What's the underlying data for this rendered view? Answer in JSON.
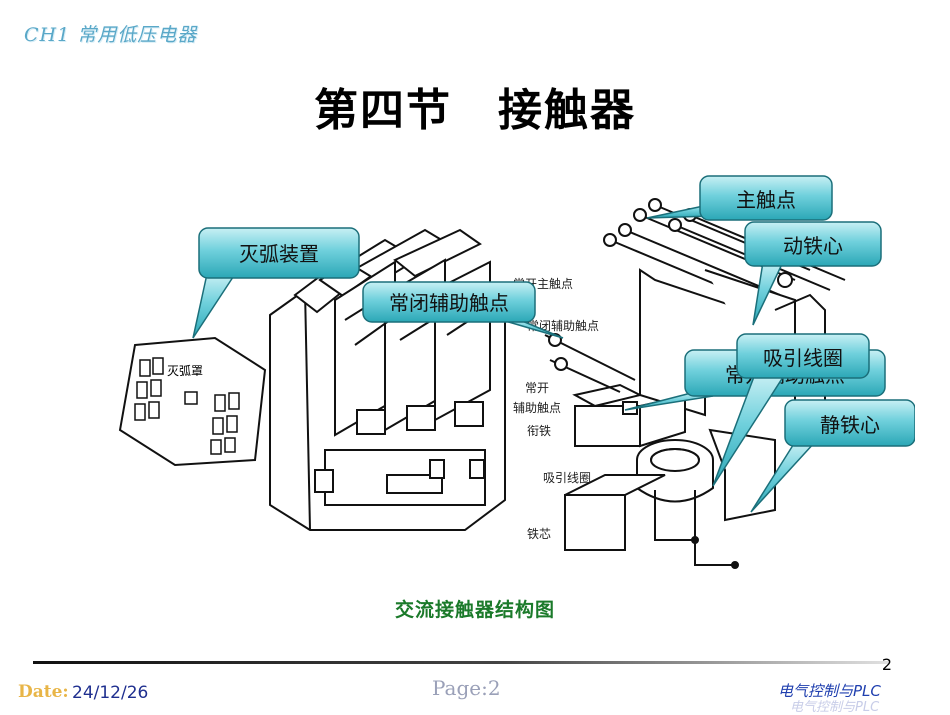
{
  "header": {
    "chapter_tag": "CH1 常用低压电器"
  },
  "title": "第四节　接触器",
  "figure": {
    "labels": {
      "arc_cover": "灭弧罩",
      "main_contact_bg": "常开主触点",
      "nc_aux_bg": "常闭辅助触点",
      "no_aux_1": "常开",
      "no_aux_2": "辅助触点",
      "armature": "衔铁",
      "coil_bg": "吸引线圈",
      "core": "铁芯"
    },
    "callouts": {
      "arc_device": "灭弧装置",
      "nc_aux_contact": "常闭辅助触点",
      "main_contact": "主触点",
      "moving_core": "动铁心",
      "no_aux_contact": "常开辅助触点",
      "coil": "吸引线圈",
      "static_core": "静铁心"
    },
    "caption": "交流接触器结构图"
  },
  "footer": {
    "page_number": "2",
    "date_label": "Date:",
    "date_value": "24/12/26",
    "page_label": "Page:2",
    "course": "电气控制与PLC",
    "course_shadow": "电气控制与PLC"
  },
  "colors": {
    "callout_fill": "#2ba7b6",
    "callout_light": "#c8f0f4",
    "caption": "#1b7a2a"
  }
}
